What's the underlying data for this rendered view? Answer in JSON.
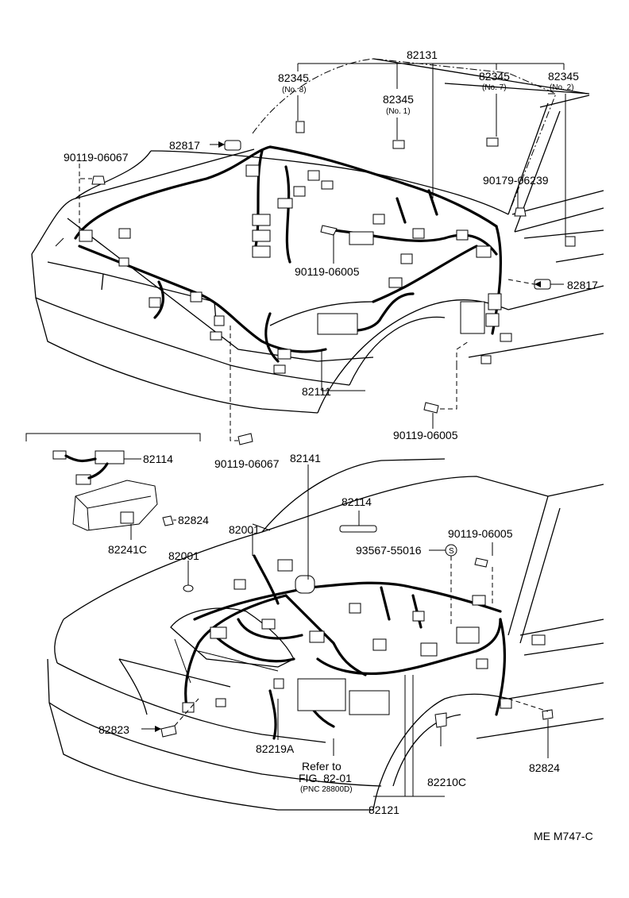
{
  "figure_code": "ME  M747-C",
  "top_view": {
    "labels": {
      "p82131": "82131",
      "p82345_no8": "82345",
      "p82345_no8_note": "(No. 8)",
      "p82345_no1": "82345",
      "p82345_no1_note": "(No. 1)",
      "p82345_no7": "82345",
      "p82345_no7_note": "(No. 7)",
      "p82345_no2": "82345",
      "p82345_no2_note": "(No. 2)",
      "p82817_left": "82817",
      "p90119_06067_top": "90119-06067",
      "p90179_06239": "90179-06239",
      "p90119_06005_mid": "90119-06005",
      "p82817_right": "82817",
      "p82111": "82111",
      "p90119_06005_low": "90119-06005",
      "p90119_06067_low": "90119-06067"
    }
  },
  "inset": {
    "labels": {
      "p82114": "82114",
      "p82824": "82824",
      "p82241c": "82241C"
    }
  },
  "bottom_view": {
    "labels": {
      "p82141": "82141",
      "p82114": "82114",
      "p82001_a": "82001",
      "p82001_b": "82001",
      "p90119_06005": "90119-06005",
      "p93567_55016": "93567-55016",
      "s_mark": "S",
      "p82823": "82823",
      "p82219a": "82219A",
      "refer_line1": "Refer to",
      "refer_line2": "FIG. 82-01",
      "refer_line3": "(PNC 28800D)",
      "p82210c": "82210C",
      "p82824": "82824",
      "p82121": "82121"
    }
  }
}
